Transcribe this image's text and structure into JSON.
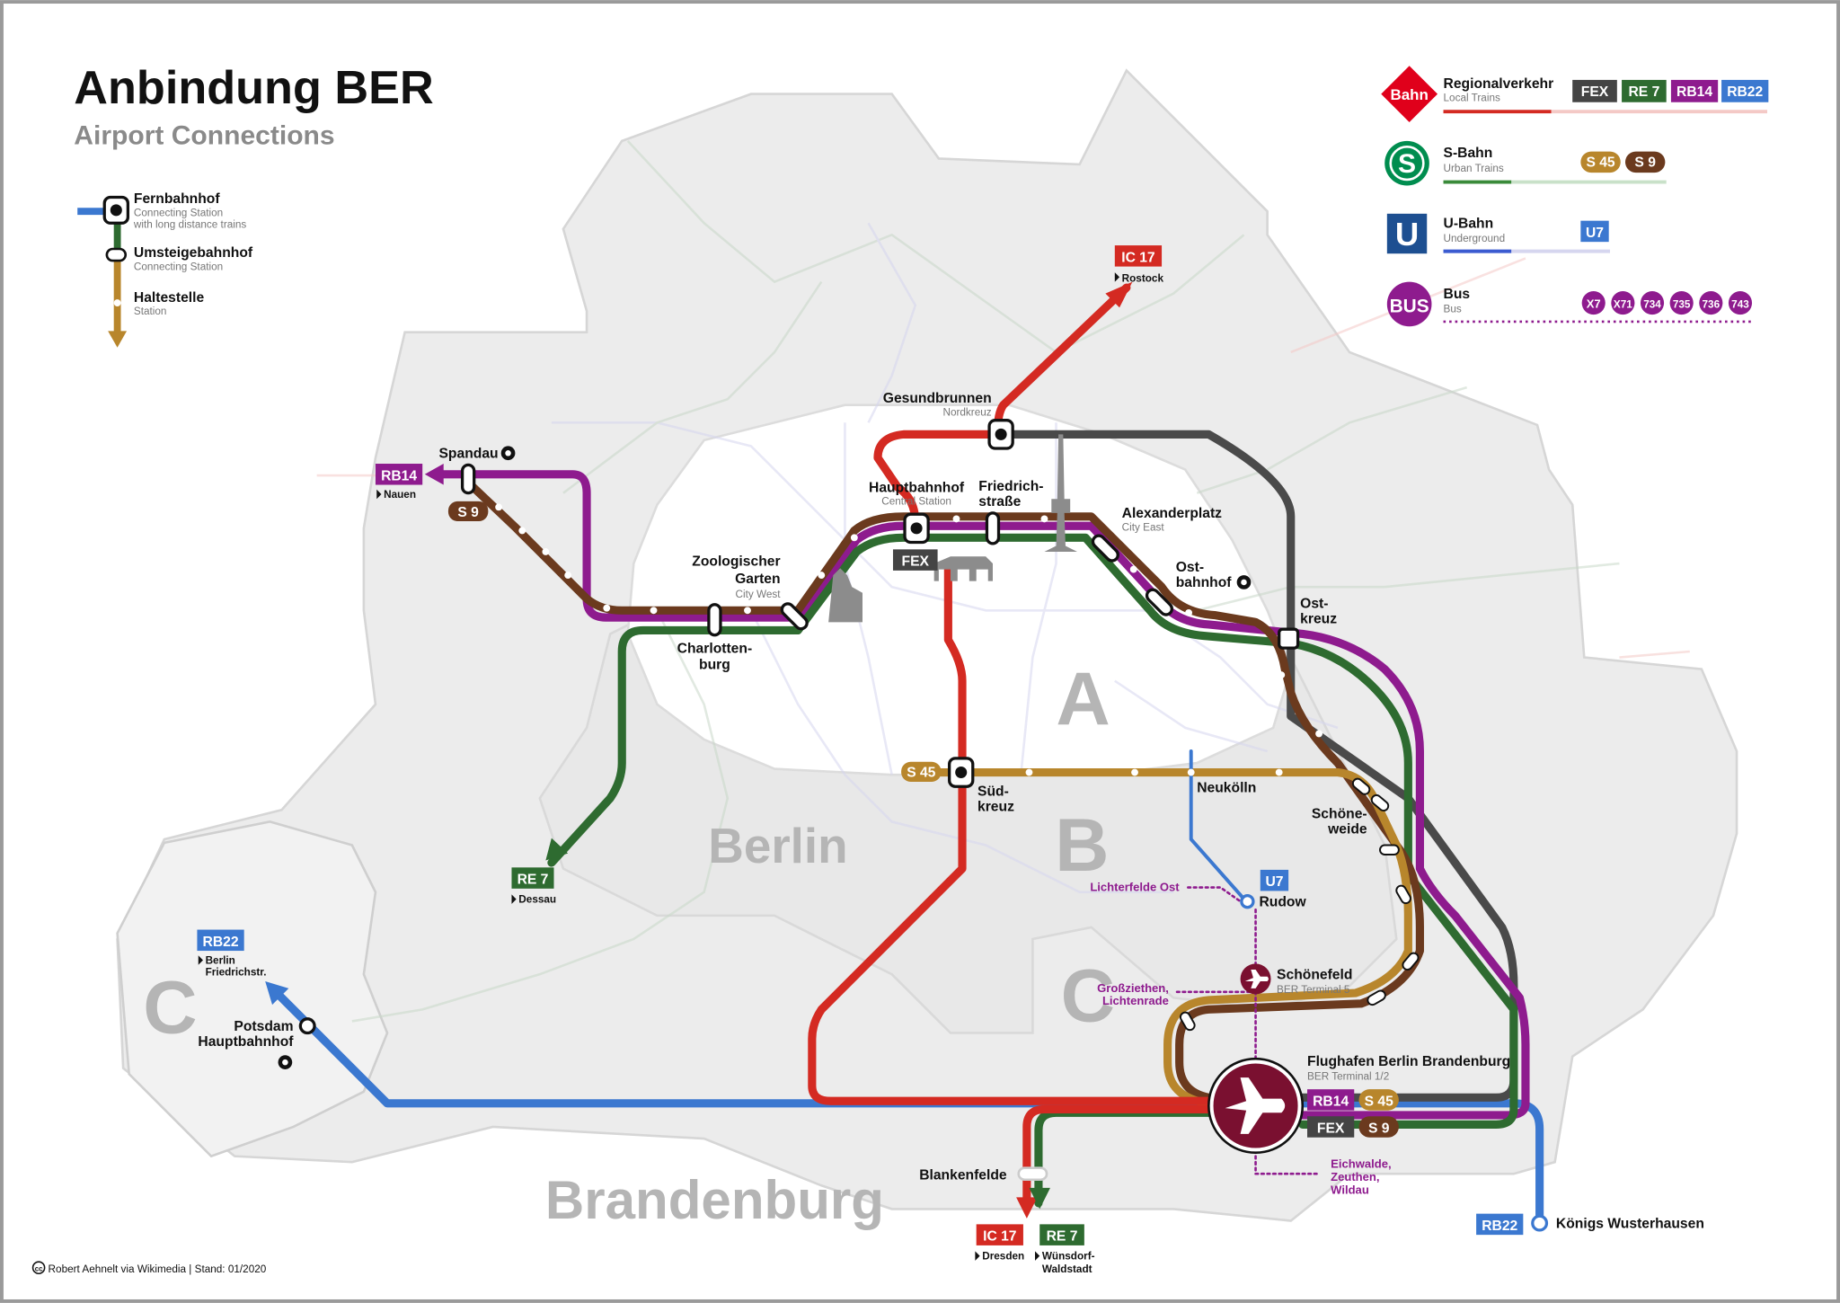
{
  "header": {
    "title": "Anbindung BER",
    "subtitle": "Airport Connections"
  },
  "station_legend": [
    {
      "type": "fernbahnhof",
      "name": "Fernbahnhof",
      "sub1": "Connecting Station",
      "sub2": "with long distance trains"
    },
    {
      "type": "umsteigebahnhof",
      "name": "Umsteigebahnhof",
      "sub1": "Connecting Station",
      "sub2": ""
    },
    {
      "type": "haltestelle",
      "name": "Haltestelle",
      "sub1": "Station",
      "sub2": ""
    }
  ],
  "mode_legend": [
    {
      "mode": "Regionalverkehr",
      "sub": "Local Trains",
      "logo": "Bahn",
      "logo_icon": "db-diamond-icon",
      "lines": [
        {
          "label": "FEX",
          "color": "#444444"
        },
        {
          "label": "RE 7",
          "color": "#2e6b30"
        },
        {
          "label": "RB14",
          "color": "#8e1b8e"
        },
        {
          "label": "RB22",
          "color": "#3b78d0"
        }
      ],
      "bar_color": "#d42a22"
    },
    {
      "mode": "S-Bahn",
      "sub": "Urban Trains",
      "logo": "S",
      "logo_icon": "s-bahn-icon",
      "lines": [
        {
          "label": "S 45",
          "color": "#b8862c",
          "pill": true
        },
        {
          "label": "S 9",
          "color": "#6b3a1e",
          "pill": true
        }
      ],
      "bar_color": "#3a8a3a"
    },
    {
      "mode": "U-Bahn",
      "sub": "Underground",
      "logo": "U",
      "logo_icon": "u-bahn-icon",
      "lines": [
        {
          "label": "U7",
          "color": "#3b78d0"
        }
      ],
      "bar_color": "#3b5bd0"
    },
    {
      "mode": "Bus",
      "sub": "Bus",
      "logo": "BUS",
      "logo_icon": "bus-icon",
      "lines": [
        {
          "label": "X7",
          "color": "#8e1b8e"
        },
        {
          "label": "X71",
          "color": "#8e1b8e"
        },
        {
          "label": "734",
          "color": "#8e1b8e"
        },
        {
          "label": "735",
          "color": "#8e1b8e"
        },
        {
          "label": "736",
          "color": "#8e1b8e"
        },
        {
          "label": "743",
          "color": "#8e1b8e"
        }
      ],
      "bar_color": "#8e1b8e"
    }
  ],
  "zones": {
    "a": "A",
    "b": "B",
    "c_west": "C",
    "c_south": "C"
  },
  "regions": {
    "berlin": "Berlin",
    "brandenburg": "Brandenburg"
  },
  "stations": {
    "spandau": "Spandau",
    "zoo_1": "Zoologischer",
    "zoo_2": "Garten",
    "zoo_sub": "City West",
    "charlottenburg_1": "Charlotten-",
    "charlottenburg_2": "burg",
    "hbf": "Hauptbahnhof",
    "hbf_sub": "Central Station",
    "friedrich_1": "Friedrich-",
    "friedrich_2": "straße",
    "alex": "Alexanderplatz",
    "alex_sub": "City East",
    "ostbf_1": "Ost-",
    "ostbf_2": "bahnhof",
    "ostkreuz_1": "Ost-",
    "ostkreuz_2": "kreuz",
    "gesundbrunnen": "Gesundbrunnen",
    "gesundbrunnen_sub": "Nordkreuz",
    "suedkreuz_1": "Süd-",
    "suedkreuz_2": "kreuz",
    "neukoelln": "Neukölln",
    "schoeneweide_1": "Schöne-",
    "schoeneweide_2": "weide",
    "rudow": "Rudow",
    "schoenefeld": "Schönefeld",
    "schoenefeld_sub": "BER Terminal 5",
    "ber": "Flughafen Berlin Brandenburg",
    "ber_sub": "BER Terminal 1/2",
    "potsdam_1": "Potsdam",
    "potsdam_2": "Hauptbahnhof",
    "blankenfelde": "Blankenfelde",
    "koenigs": "Königs Wusterhausen"
  },
  "bus_destinations": {
    "lichterfelde": "Lichterfelde Ost",
    "grossziethen_1": "Großziethen,",
    "grossziethen_2": "Lichtenrade",
    "eichwalde_1": "Eichwalde,",
    "eichwalde_2": "Zeuthen,",
    "eichwalde_3": "Wildau"
  },
  "line_badges": {
    "ic17": "IC 17",
    "rb14": "RB14",
    "s9": "S 9",
    "re7": "RE 7",
    "rb22": "RB22",
    "s45": "S 45",
    "u7": "U7",
    "fex": "FEX"
  },
  "destinations": {
    "rostock": "Rostock",
    "nauen": "Nauen",
    "dessau": "Dessau",
    "rb22_1": "Berlin",
    "rb22_2": "Friedrichstr.",
    "dresden": "Dresden",
    "wuensdorf_1": "Wünsdorf-",
    "wuensdorf_2": "Waldstadt"
  },
  "colors": {
    "ic": "#d42a22",
    "rb14": "#8e1b8e",
    "re7": "#2e6b30",
    "s9": "#6b3a1e",
    "s45": "#b8862c",
    "fex": "#444444",
    "rb22": "#3b78d0",
    "u7": "#3b78d0",
    "bus": "#8e1b8e",
    "area": "#ececec"
  },
  "footer": {
    "credit": "Robert Aehnelt via Wikimedia | Stand: 01/2020"
  }
}
